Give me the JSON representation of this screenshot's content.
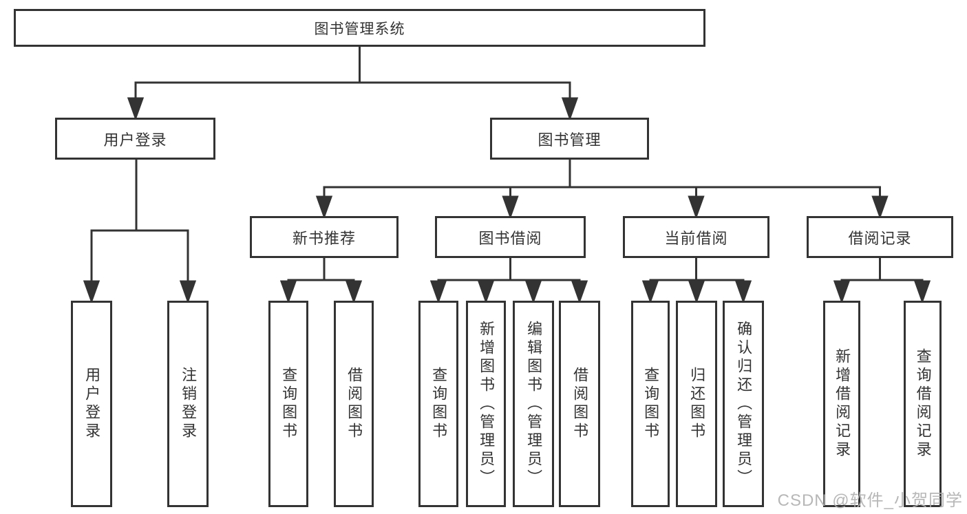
{
  "diagram": {
    "root": {
      "label": "图书管理系统"
    },
    "level2": {
      "user_login": {
        "label": "用户登录"
      },
      "book_management": {
        "label": "图书管理"
      }
    },
    "level3": {
      "new_book_recommend": {
        "label": "新书推荐"
      },
      "book_borrow": {
        "label": "图书借阅"
      },
      "current_borrow": {
        "label": "当前借阅"
      },
      "borrow_records": {
        "label": "借阅记录"
      }
    },
    "leaves": {
      "user_login": [
        "用户登录",
        "注销登录"
      ],
      "new_book_recommend": [
        "查询图书",
        "借阅图书"
      ],
      "book_borrow": [
        "查询图书",
        "新增图书（管理员）",
        "编辑图书（管理员）",
        "借阅图书"
      ],
      "current_borrow": [
        "查询图书",
        "归还图书",
        "确认归还（管理员）"
      ],
      "borrow_records": [
        "新增借阅记录",
        "查询借阅记录"
      ]
    },
    "watermark": "CSDN @软件_小贺同学",
    "colors": {
      "line": "#333333",
      "text": "#333333",
      "background": "#ffffff",
      "watermark": "#b0b0b0"
    }
  }
}
